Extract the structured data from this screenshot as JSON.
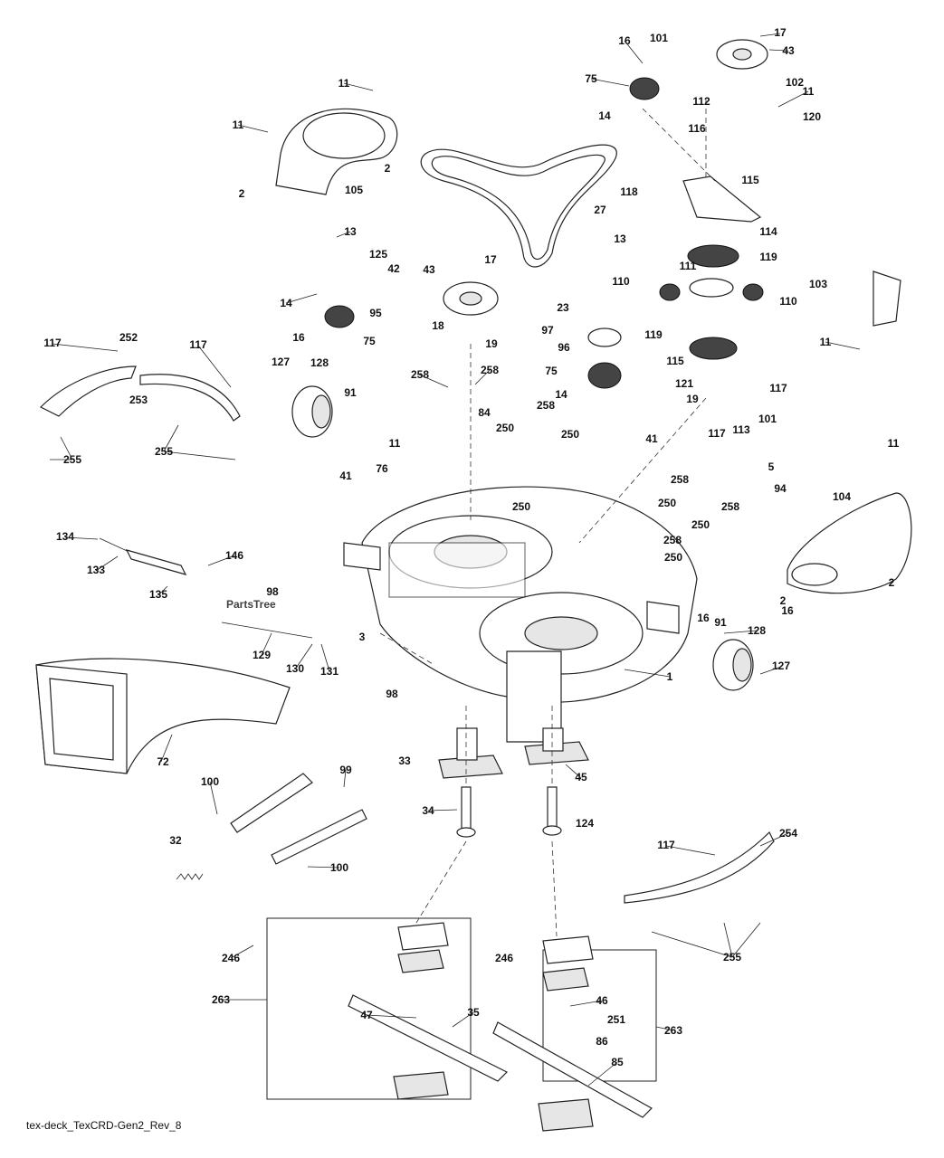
{
  "watermark": "PartsTree",
  "footer_code": "tex-deck_TexCRD-Gen2_Rev_8",
  "callouts": [
    "1",
    "2",
    "2",
    "2",
    "2",
    "3",
    "5",
    "11",
    "11",
    "11",
    "11",
    "11",
    "11",
    "13",
    "13",
    "14",
    "14",
    "14",
    "16",
    "16",
    "16",
    "16",
    "17",
    "17",
    "18",
    "19",
    "19",
    "23",
    "27",
    "32",
    "33",
    "34",
    "35",
    "41",
    "41",
    "42",
    "43",
    "43",
    "45",
    "46",
    "47",
    "72",
    "75",
    "75",
    "75",
    "76",
    "84",
    "85",
    "86",
    "91",
    "91",
    "94",
    "95",
    "96",
    "97",
    "98",
    "98",
    "99",
    "100",
    "100",
    "101",
    "101",
    "102",
    "103",
    "104",
    "105",
    "110",
    "110",
    "111",
    "112",
    "113",
    "114",
    "115",
    "115",
    "116",
    "117",
    "117",
    "117",
    "117",
    "117",
    "118",
    "119",
    "119",
    "120",
    "121",
    "124",
    "125",
    "127",
    "127",
    "128",
    "128",
    "129",
    "130",
    "131",
    "133",
    "134",
    "135",
    "146",
    "246",
    "246",
    "250",
    "250",
    "250",
    "250",
    "250",
    "250",
    "251",
    "252",
    "253",
    "254",
    "255",
    "255",
    "255",
    "258",
    "258",
    "258",
    "258",
    "258",
    "258",
    "263",
    "263"
  ]
}
